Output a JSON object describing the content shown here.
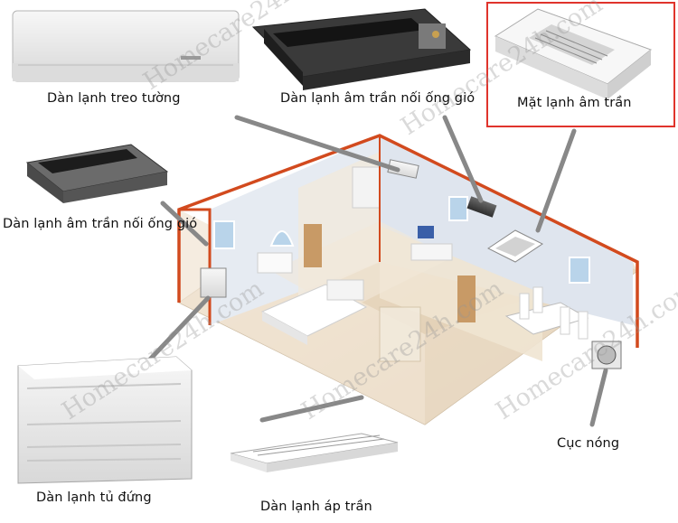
{
  "labels": {
    "wall_mounted": "Dàn lạnh treo tường",
    "ducted_top": "Dàn lạnh âm trần nối ống gió",
    "cassette": "Mặt lạnh âm trần",
    "ducted_left": "Dàn lạnh âm trần nối ống gió",
    "floor_standing": "Dàn lạnh tủ đứng",
    "ceiling_suspended": "Dàn lạnh áp trần",
    "outdoor_unit": "Cục nóng"
  },
  "watermark": "Homecare24h.com",
  "colors": {
    "pipe": "#d24a1e",
    "highlight_border": "#e0342c",
    "leader_line": "#888888"
  }
}
